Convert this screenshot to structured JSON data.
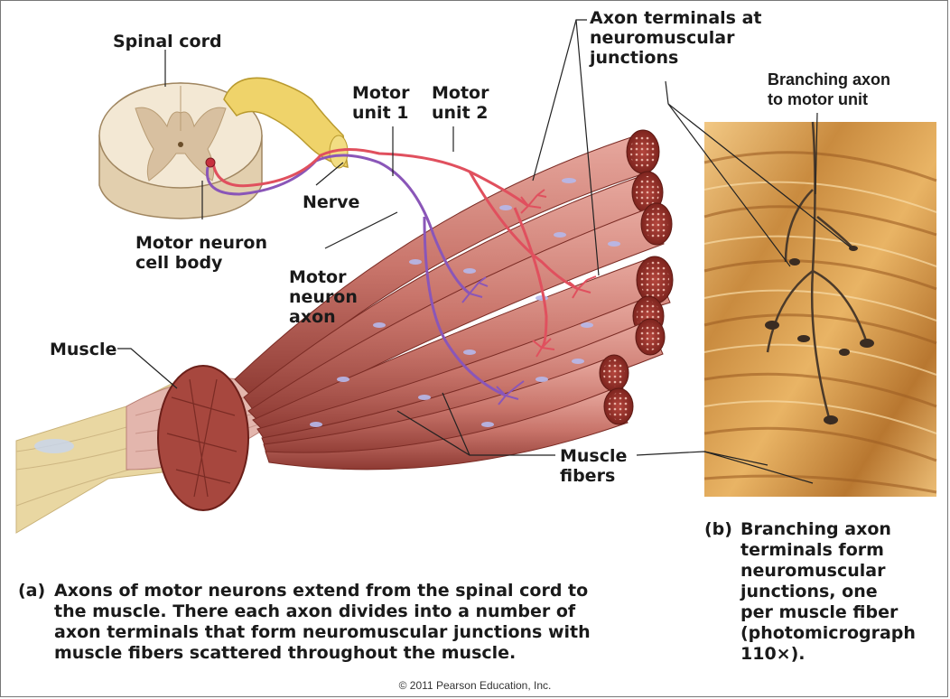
{
  "labels": {
    "spinal_cord": "Spinal cord",
    "motor_unit_1": "Motor\nunit 1",
    "motor_unit_2": "Motor\nunit 2",
    "axon_terminals": "Axon terminals at\nneuromuscular\njunctions",
    "branching_axon": "Branching axon\nto motor unit",
    "nerve": "Nerve",
    "motor_neuron_cell_body": "Motor neuron\ncell body",
    "motor_neuron_axon": "Motor\nneuron\naxon",
    "muscle": "Muscle",
    "muscle_fibers": "Muscle\nfibers"
  },
  "captions": {
    "a_tag": "(a)",
    "a_text": "Axons of motor neurons extend from the spinal cord to\nthe muscle. There each axon divides into a number of\naxon terminals that form neuromuscular junctions with\nmuscle fibers scattered throughout the muscle.",
    "b_tag": "(b)",
    "b_text": "Branching axon\nterminals form\nneuromuscular\njunctions, one\nper muscle fiber\n(photomicrograph\n110×)."
  },
  "footer": {
    "copyright": "© 2011 Pearson Education, Inc."
  },
  "colors": {
    "muscle_fiber": "#c9756b",
    "muscle_fiber_dark": "#8e3a33",
    "motor_unit_1_axon": "#8a56b8",
    "motor_unit_2_axon": "#e0505e",
    "nerve_yellow": "#efd36a",
    "spinal_cord_white": "#f3e8d4",
    "spinal_cord_gray": "#d8c0a0",
    "tendon": "#e9d7a2",
    "micrograph_orange": "#d99a4c"
  }
}
